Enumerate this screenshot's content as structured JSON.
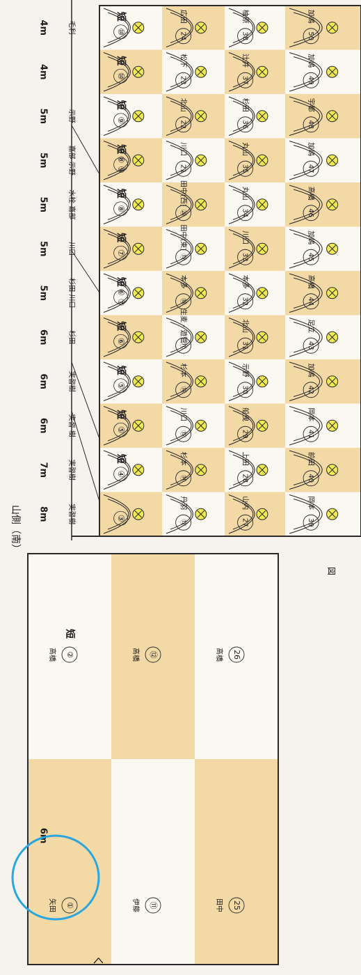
{
  "page": {
    "side_label": "山側（南）",
    "map_symbol": "図",
    "arrow_glyph": "く"
  },
  "colors": {
    "paper": "#f6f3ee",
    "cell_yellow": "#f3d9a6",
    "cell_white": "#fbf8f2",
    "line": "#2a2a2a",
    "lamp": "#f1ea52",
    "highlight": "#2aa6df"
  },
  "distances": [
    "8m",
    "7m",
    "6m",
    "6m",
    "6m",
    "5m",
    "5m",
    "5m",
    "5m",
    "5m",
    "4m",
    "4m"
  ],
  "row1_labels": [
    {
      "top": "実習樹",
      "num": "③",
      "short": ""
    },
    {
      "top": "実習樹",
      "num": "④",
      "short": "短"
    },
    {
      "top": "実習 樹",
      "num": "⑤",
      "short": "短"
    },
    {
      "top": "実習樹",
      "num": "⑤",
      "short": "短"
    },
    {
      "top": "杉田",
      "num": "⑥",
      "short": "短"
    },
    {
      "top": "杉田 川口",
      "num": "⑥ ⑦",
      "short": "短"
    },
    {
      "top": "川口",
      "num": "⑦",
      "short": "短"
    },
    {
      "top": "水栓 嘉部",
      "num": "⑧",
      "short": "短"
    },
    {
      "top": "嘉部 示野",
      "num": "⑧ ⑨",
      "short": "短"
    },
    {
      "top": "示野",
      "num": "⑨",
      "short": "短"
    },
    {
      "top": "",
      "num": "⑩",
      "short": "短"
    },
    {
      "top": "毛利",
      "num": "⑩",
      "short": "短"
    }
  ],
  "row2_labels": [
    {
      "name": "丹羽",
      "num": "⑬"
    },
    {
      "name": "杉本",
      "num": "⑭"
    },
    {
      "name": "川口",
      "num": "⑮"
    },
    {
      "name": "杉本",
      "num": "⑯"
    },
    {
      "name": "生麦・遊管",
      "num": "⑰"
    },
    {
      "name": "本多",
      "num": "⑱"
    },
    {
      "name": "田中(東)",
      "num": "⑲"
    },
    {
      "name": "田中(西)",
      "num": "⑳"
    },
    {
      "name": "川口",
      "num": "21"
    },
    {
      "name": "北山",
      "num": "22"
    },
    {
      "name": "松下",
      "num": "23"
    },
    {
      "name": "広田",
      "num": "24"
    }
  ],
  "row3_labels": [
    {
      "name": "山内",
      "num": "27"
    },
    {
      "name": "上田",
      "num": "28"
    },
    {
      "name": "船曳",
      "num": "29"
    },
    {
      "name": "示野",
      "num": "30"
    },
    {
      "name": "北山",
      "num": "31"
    },
    {
      "name": "本多",
      "num": "32"
    },
    {
      "name": "川口",
      "num": "33"
    },
    {
      "name": "丸山",
      "num": "34"
    },
    {
      "name": "丸山",
      "num": "35"
    },
    {
      "name": "杉田",
      "num": "36"
    },
    {
      "name": "辻井",
      "num": "37"
    },
    {
      "name": "柚原",
      "num": "38"
    }
  ],
  "row4_labels": [
    {
      "name": "岡本",
      "num": "39"
    },
    {
      "name": "前田",
      "num": "40"
    },
    {
      "name": "岡本",
      "num": "41"
    },
    {
      "name": "加嶋",
      "num": "42"
    },
    {
      "name": "足立",
      "num": "43"
    },
    {
      "name": "高橋",
      "num": "44"
    },
    {
      "name": "加嶋",
      "num": "45"
    },
    {
      "name": "高橋",
      "num": "46"
    },
    {
      "name": "加嶋",
      "num": "47"
    },
    {
      "name": "宇都",
      "num": "48"
    },
    {
      "name": "加嶋",
      "num": "49"
    },
    {
      "name": "加嶋",
      "num": "50"
    }
  ],
  "lower_block": {
    "top_distance": "6m",
    "cells": [
      {
        "name": "矢田",
        "num": "①",
        "short": ""
      },
      {
        "name": "高橋",
        "num": "②",
        "short": "短"
      },
      {
        "name": "伊藤",
        "num": "⑪",
        "short": ""
      },
      {
        "name": "高橋",
        "num": "⑫",
        "short": ""
      },
      {
        "name": "田中",
        "num": "25",
        "short": ""
      },
      {
        "name": "高橋",
        "num": "26",
        "short": ""
      }
    ]
  }
}
